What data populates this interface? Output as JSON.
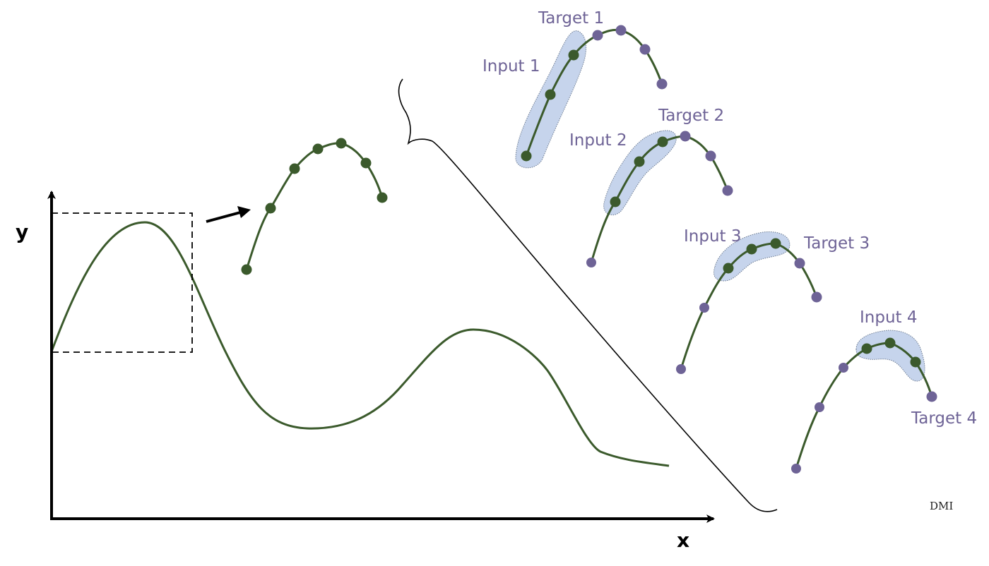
{
  "axes": {
    "x_label": "x",
    "y_label": "y"
  },
  "windows": [
    {
      "input_label": "Input 1",
      "target_label": "Target 1"
    },
    {
      "input_label": "Input 2",
      "target_label": "Target 2"
    },
    {
      "input_label": "Input 3",
      "target_label": "Target 3"
    },
    {
      "input_label": "Input 4",
      "target_label": "Target 4"
    }
  ],
  "watermark": "DMI",
  "colors": {
    "curve": "#3b5a2c",
    "input_point": "#3b5a2c",
    "target_point": "#6e6396",
    "highlight_fill": "#c6d4ec",
    "highlight_stroke": "#6b7a90",
    "label": "#6e6396",
    "axis": "#000000"
  },
  "icons": {
    "zoom_arrow": "arrow-right-icon",
    "brace": "curly-brace-icon"
  }
}
